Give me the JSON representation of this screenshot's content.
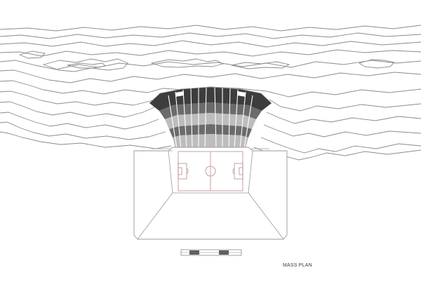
{
  "caption": {
    "text": "MASS PLAN"
  },
  "palette": {
    "contour": "#8a8a8a",
    "pitch_markings": "#b7898c",
    "stands_dark": "#3d3d3d",
    "stands_light": "#bdbdbd"
  },
  "elements": {
    "terrain": "topographic-contours",
    "stadium": "tiered-stands",
    "pitch": "football-pitch",
    "scale_bar": "scale-bar"
  }
}
